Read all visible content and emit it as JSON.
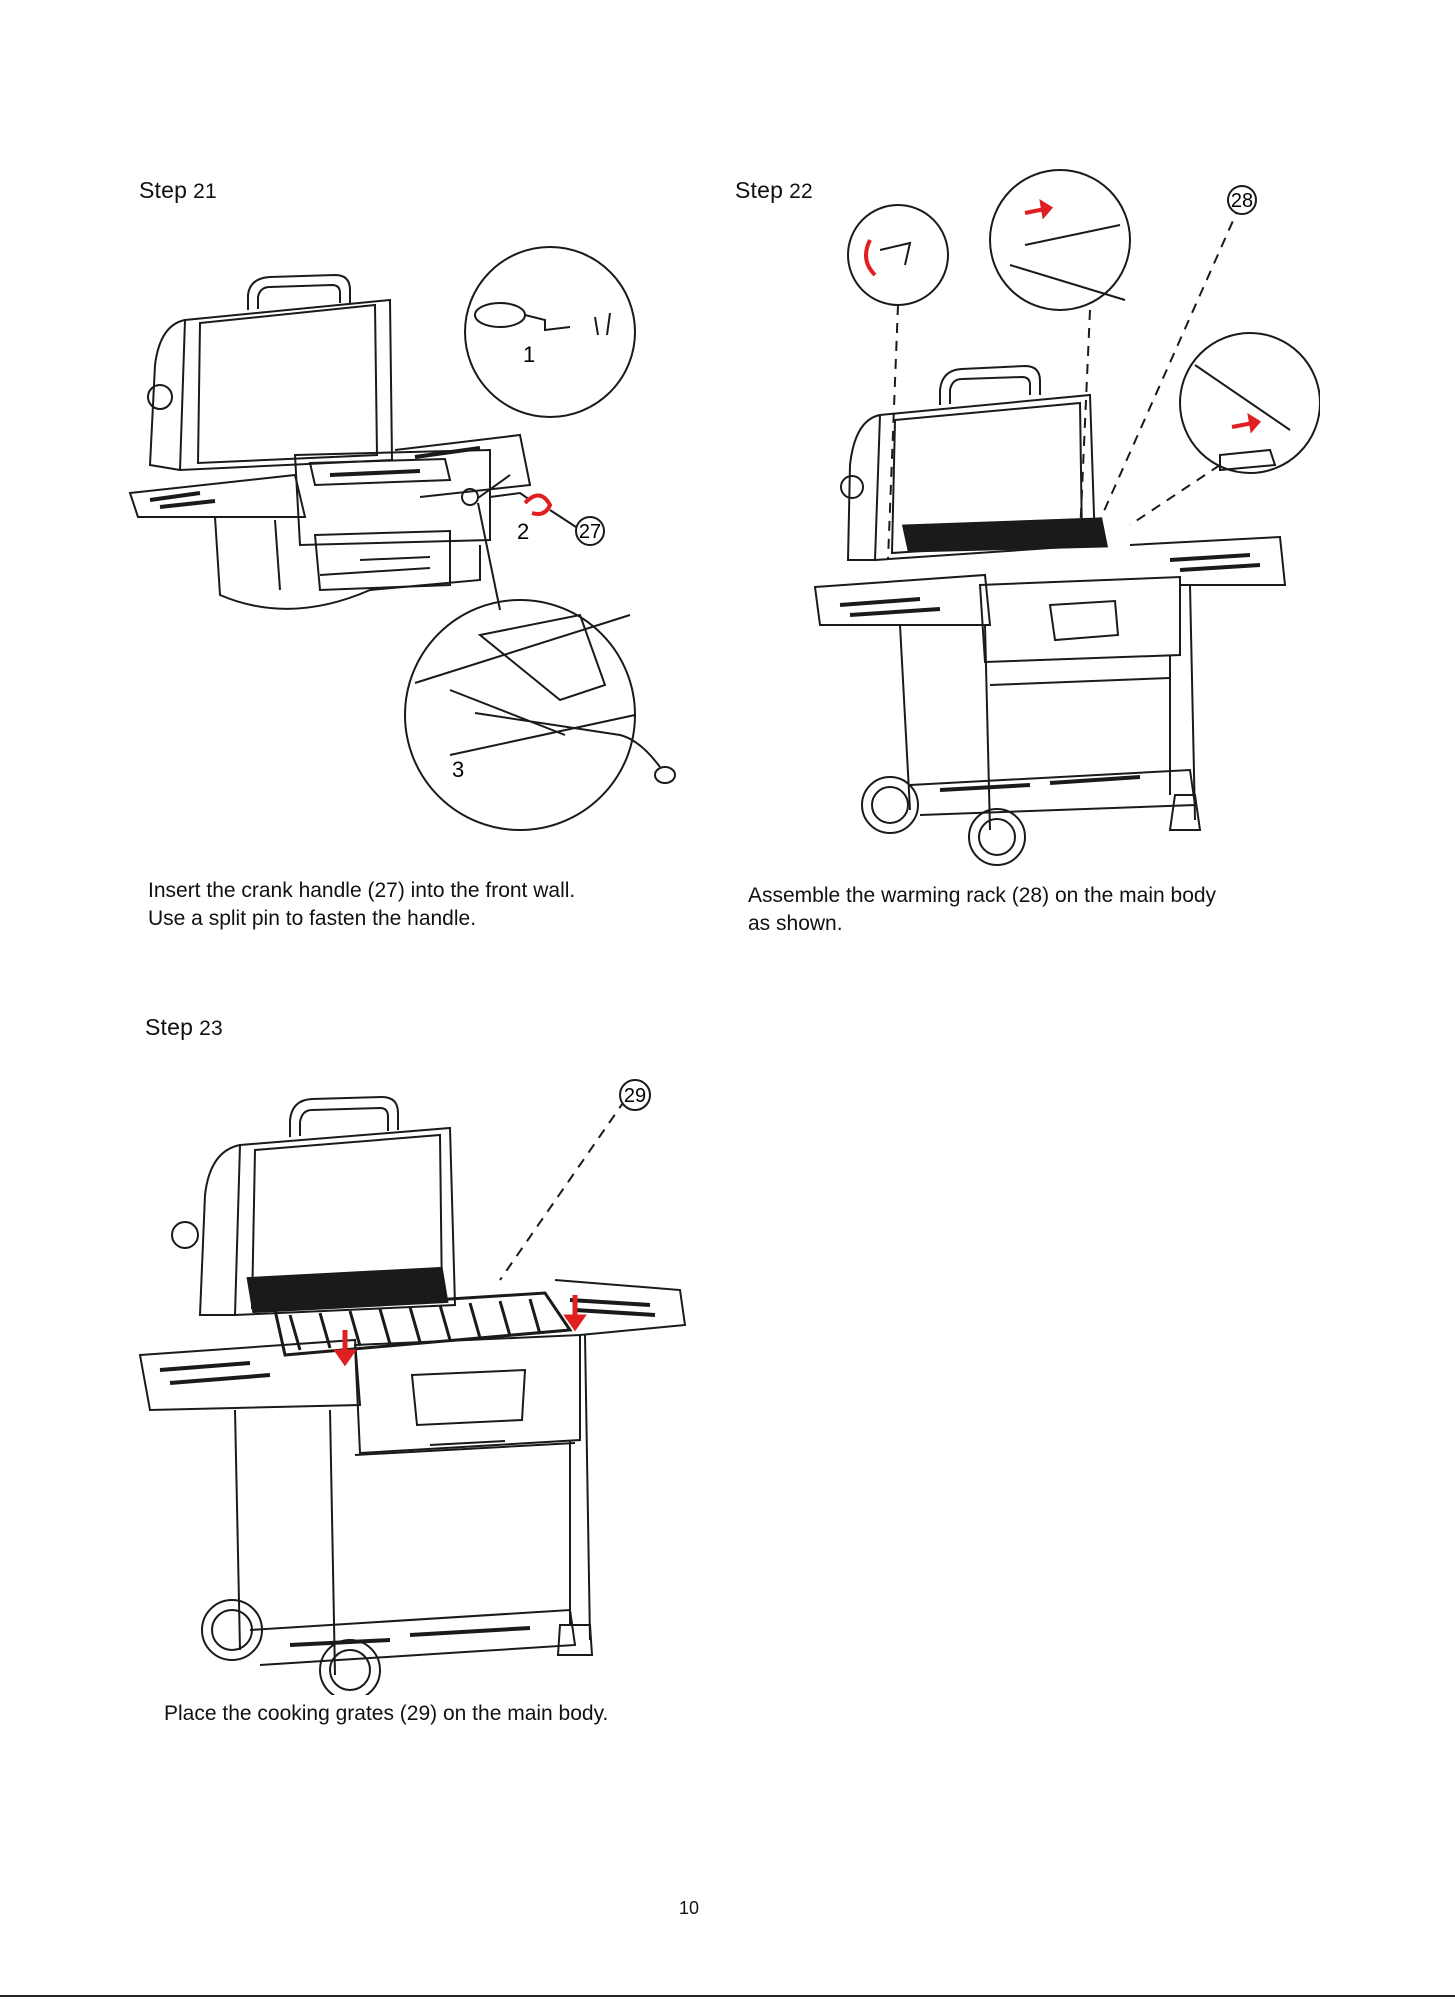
{
  "page_number": "10",
  "steps": [
    {
      "word": "Step",
      "number": "21",
      "caption_lines": [
        "Insert the crank handle (27) into the front wall.",
        "Use a split pin to fasten the handle."
      ],
      "callouts": {
        "part": "27",
        "detail_1": "1",
        "detail_2": "2",
        "detail_3": "3"
      }
    },
    {
      "word": "Step",
      "number": "22",
      "caption_lines": [
        "Assemble the warming rack (28) on the main body",
        "as shown."
      ],
      "callouts": {
        "part": "28"
      }
    },
    {
      "word": "Step",
      "number": "23",
      "caption_lines": [
        "Place the cooking grates (29) on the main body."
      ],
      "callouts": {
        "part": "29"
      }
    }
  ],
  "colors": {
    "line": "#1a1a1a",
    "accent_red": "#e02020",
    "paper": "#ffffff"
  }
}
